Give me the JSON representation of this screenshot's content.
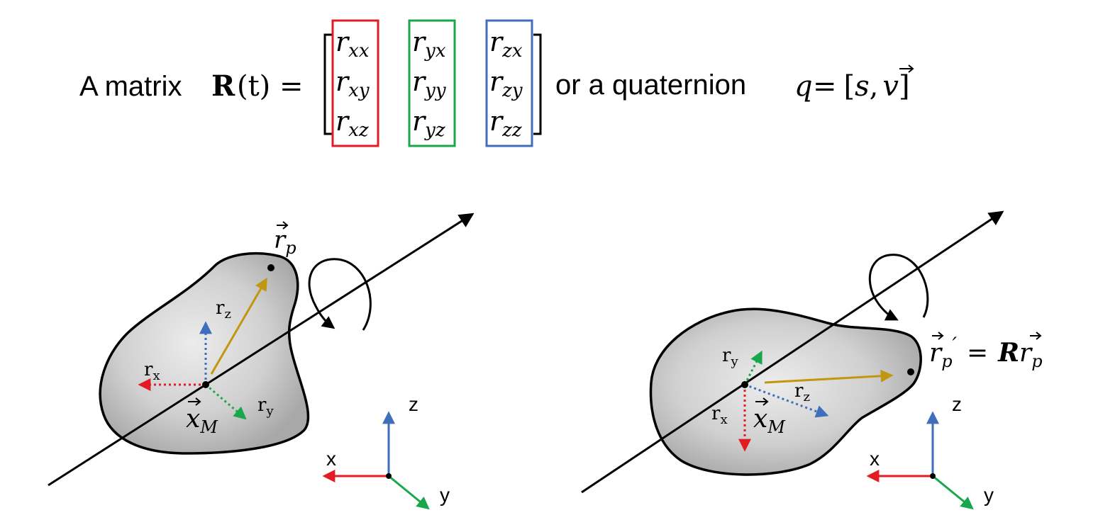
{
  "equation": {
    "prefix": "A matrix",
    "r_symbol": "R",
    "t_arg": "(t) =",
    "r_letter": "r",
    "matrix_columns": [
      {
        "entries": [
          {
            "sub": "xx"
          },
          {
            "sub": "xy"
          },
          {
            "sub": "xz"
          }
        ],
        "box_color": "#e31b23"
      },
      {
        "entries": [
          {
            "sub": "yx"
          },
          {
            "sub": "yy"
          },
          {
            "sub": "yz"
          }
        ],
        "box_color": "#18a84b"
      },
      {
        "entries": [
          {
            "sub": "zx"
          },
          {
            "sub": "zy"
          },
          {
            "sub": "zz"
          }
        ],
        "box_color": "#3f6fba"
      }
    ],
    "connector": "or a quaternion",
    "quat_var": "q",
    "quat_rhs": "= [s, v]",
    "quat_s": "s",
    "quat_v": "v"
  },
  "left_diagram": {
    "point_label_letter": "r",
    "point_label_sub": "p",
    "center_label_letter": "x",
    "center_label_sub": "M",
    "axis_rx_letter": "r",
    "axis_rx_sub": "x",
    "axis_ry_letter": "r",
    "axis_ry_sub": "y",
    "axis_rz_letter": "r",
    "axis_rz_sub": "z",
    "frame": {
      "x": "x",
      "y": "y",
      "z": "z"
    }
  },
  "right_diagram": {
    "point_label_letter": "r",
    "point_label_sub": "p",
    "point_label_prime": "′",
    "equals": "=",
    "rotation_symbol": "R",
    "rhs_letter": "r",
    "rhs_sub": "p",
    "center_label_letter": "x",
    "center_label_sub": "M",
    "axis_rx_letter": "r",
    "axis_rx_sub": "x",
    "axis_ry_letter": "r",
    "axis_ry_sub": "y",
    "axis_rz_letter": "r",
    "axis_rz_sub": "z",
    "frame": {
      "x": "x",
      "y": "y",
      "z": "z"
    }
  },
  "colors": {
    "x_axis": "#e31b23",
    "y_axis": "#18a84b",
    "z_axis": "#3f6fba",
    "r_vector": "#c2960f",
    "body_fill": "#d4d4d4",
    "ink": "#000000"
  }
}
